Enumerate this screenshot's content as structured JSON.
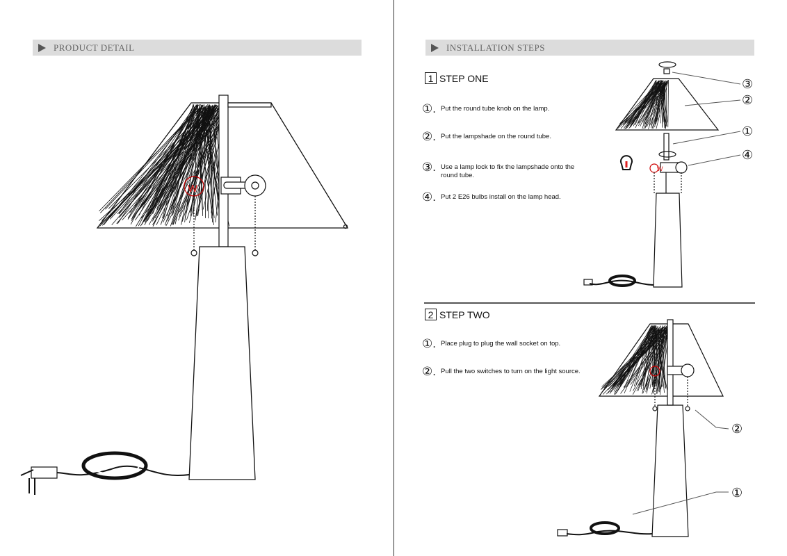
{
  "left": {
    "header": "PRODUCT DETAIL",
    "lock_mark": "W"
  },
  "right": {
    "header": "INSTALLATION STEPS",
    "step_one": {
      "number": "1",
      "title": "STEP ONE",
      "items": [
        {
          "n": "①.",
          "text": "Put the round tube knob on the lamp."
        },
        {
          "n": "②.",
          "text": "Put the lampshade on the round tube."
        },
        {
          "n": "③.",
          "text": "Use a lamp lock to fix the lampshade onto the round tube."
        },
        {
          "n": "④.",
          "text": "Put 2 E26 bulbs install on the lamp head."
        }
      ],
      "callouts": [
        "③",
        "②",
        "①",
        "④"
      ]
    },
    "step_two": {
      "number": "2",
      "title": "STEP TWO",
      "items": [
        {
          "n": "①.",
          "text": "Place plug to plug the wall socket on top."
        },
        {
          "n": "②.",
          "text": "Pull the two switches to turn on the light source."
        }
      ],
      "callouts": [
        "②",
        "①"
      ]
    }
  },
  "colors": {
    "header_bg": "#dcdcdc",
    "accent_red": "#e02020"
  }
}
